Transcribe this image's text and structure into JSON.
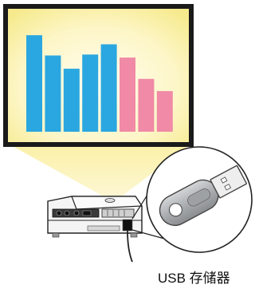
{
  "caption": "USB 存储器",
  "chart_data": {
    "type": "bar",
    "values": [
      95,
      75,
      62,
      76,
      86,
      73,
      52,
      40
    ],
    "colors": [
      "#2aa7e0",
      "#2aa7e0",
      "#2aa7e0",
      "#2aa7e0",
      "#2aa7e0",
      "#f08aa6",
      "#f08aa6",
      "#f08aa6"
    ],
    "ylim": [
      0,
      110
    ],
    "grid": false
  },
  "colors": {
    "screen_border": "#1a1a1a",
    "screen_glow": "#fffbe6",
    "light_beam": "#fdf3a8",
    "usb_body": "#aeb1b4",
    "usb_connector": "#e6e7e8"
  },
  "icons": {
    "projector": "projector-icon",
    "usb_drive": "usb-drive-icon",
    "magnifier": "magnifier-circle"
  }
}
